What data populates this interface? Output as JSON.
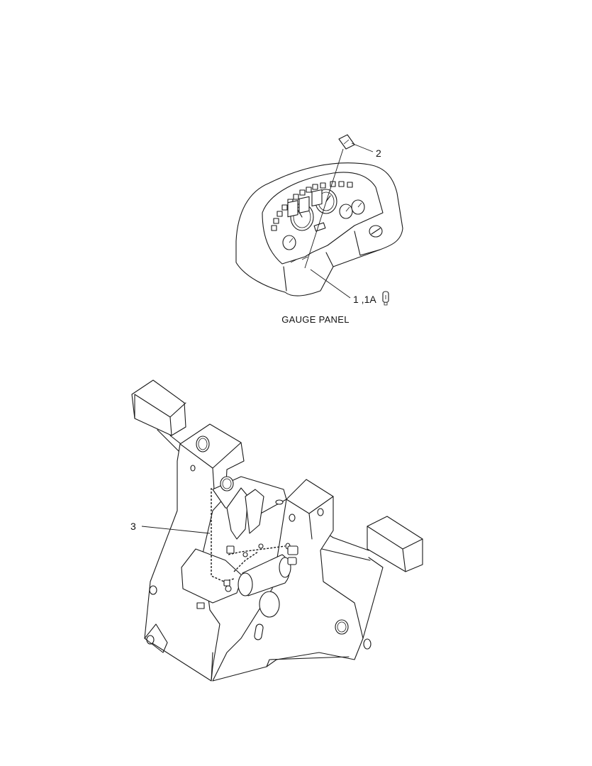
{
  "diagram": {
    "caption": "GAUGE PANEL",
    "callouts": [
      {
        "id": "callout-2",
        "label": "2"
      },
      {
        "id": "callout-1-1a",
        "label": "1 ,1A"
      },
      {
        "id": "callout-3",
        "label": "3"
      }
    ],
    "icons": {
      "bulb": "bulb-icon"
    }
  }
}
